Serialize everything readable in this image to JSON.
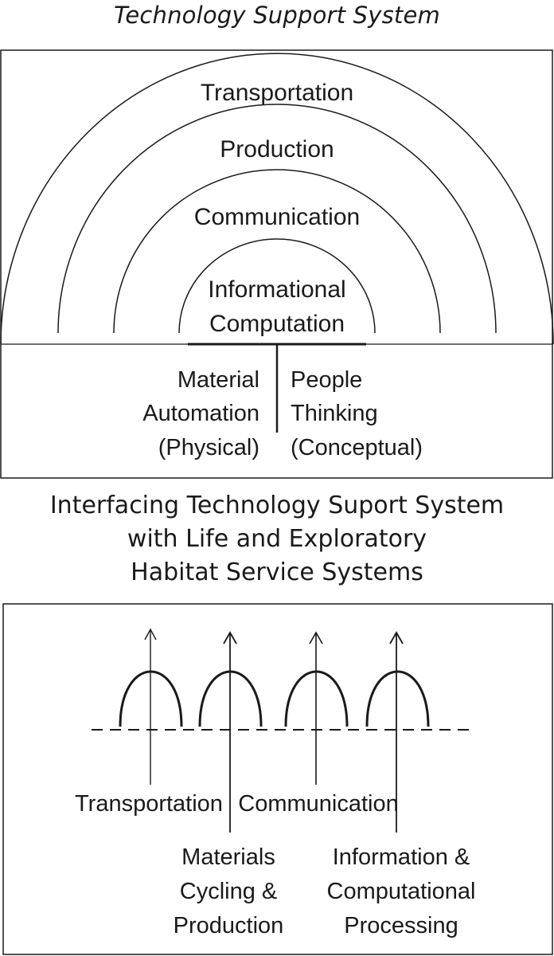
{
  "top_title": "Technology Support System",
  "arcs": {
    "transportation": "Transportation",
    "production": "Production",
    "communication": "Communication",
    "informational_line1": "Informational",
    "informational_line2": "Computation"
  },
  "lower": {
    "left_line1": "Material",
    "left_line2": "Automation",
    "left_line3": "(Physical)",
    "right_line1": "People",
    "right_line2": "Thinking",
    "right_line3": "(Conceptual)"
  },
  "middle_title": {
    "line1": "Interfacing Technology Suport System",
    "line2": "with Life and Exploratory",
    "line3": "Habitat Service Systems"
  },
  "bottom": {
    "transportation": "Transportation",
    "communication": "Communication",
    "materials_line1": "Materials",
    "materials_line2": "Cycling &",
    "materials_line3": "Production",
    "info_line1": "Information &",
    "info_line2": "Computational",
    "info_line3": "Processing"
  }
}
